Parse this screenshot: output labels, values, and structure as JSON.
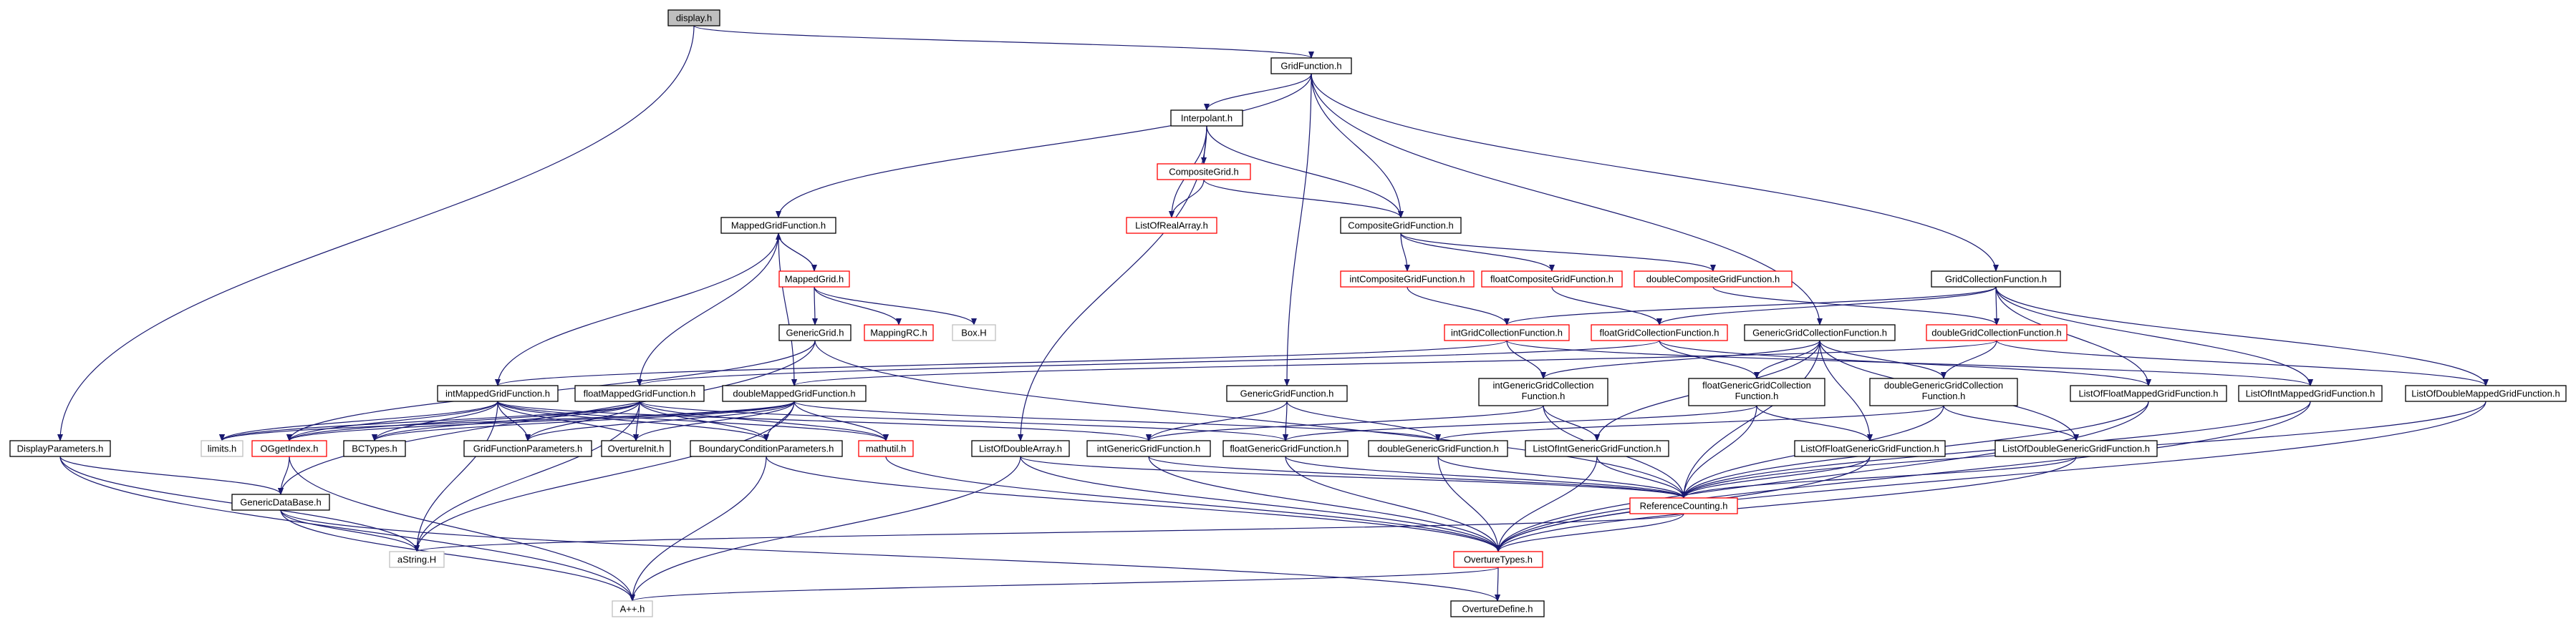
{
  "colors": {
    "edge": "#191970",
    "normal_border": "#000000",
    "red_border": "#ff0000",
    "gray_border": "#bfbfbf",
    "root_fill": "#bfbfbf",
    "text": "#000000"
  },
  "nodes": [
    {
      "id": "display",
      "label": "display.h",
      "style": "root"
    },
    {
      "id": "DisplayParameters",
      "label": "DisplayParameters.h",
      "style": "normal"
    },
    {
      "id": "GridFunction",
      "label": "GridFunction.h",
      "style": "normal"
    },
    {
      "id": "Interpolant",
      "label": "Interpolant.h",
      "style": "normal"
    },
    {
      "id": "CompositeGrid",
      "label": "CompositeGrid.h",
      "style": "red"
    },
    {
      "id": "ListOfRealArray",
      "label": "ListOfRealArray.h",
      "style": "red"
    },
    {
      "id": "CompositeGridFunction",
      "label": "CompositeGridFunction.h",
      "style": "normal"
    },
    {
      "id": "MappedGridFunction",
      "label": "MappedGridFunction.h",
      "style": "normal"
    },
    {
      "id": "MappedGrid",
      "label": "MappedGrid.h",
      "style": "red"
    },
    {
      "id": "GenericGrid",
      "label": "GenericGrid.h",
      "style": "normal"
    },
    {
      "id": "MappingRC",
      "label": "MappingRC.h",
      "style": "red"
    },
    {
      "id": "BoxH",
      "label": "Box.H",
      "style": "gray"
    },
    {
      "id": "intCompositeGridFunction",
      "label": "intCompositeGridFunction.h",
      "style": "red"
    },
    {
      "id": "floatCompositeGridFunction",
      "label": "floatCompositeGridFunction.h",
      "style": "red"
    },
    {
      "id": "doubleCompositeGridFunction",
      "label": "doubleCompositeGridFunction.h",
      "style": "red"
    },
    {
      "id": "GridCollectionFunction",
      "label": "GridCollectionFunction.h",
      "style": "normal"
    },
    {
      "id": "intGridCollectionFunction",
      "label": "intGridCollectionFunction.h",
      "style": "red"
    },
    {
      "id": "floatGridCollectionFunction",
      "label": "floatGridCollectionFunction.h",
      "style": "red"
    },
    {
      "id": "doubleGridCollectionFunction",
      "label": "doubleGridCollectionFunction.h",
      "style": "red"
    },
    {
      "id": "GenericGridCollectionFunction",
      "label": "GenericGridCollectionFunction.h",
      "style": "normal"
    },
    {
      "id": "intMappedGridFunction",
      "label": "intMappedGridFunction.h",
      "style": "normal"
    },
    {
      "id": "floatMappedGridFunction",
      "label": "floatMappedGridFunction.h",
      "style": "normal"
    },
    {
      "id": "doubleMappedGridFunction",
      "label": "doubleMappedGridFunction.h",
      "style": "normal"
    },
    {
      "id": "GenericGridFunction",
      "label": "GenericGridFunction.h",
      "style": "normal"
    },
    {
      "id": "intGenericGridCollectionFunction",
      "label": "intGenericGridCollection",
      "label2": "Function.h",
      "style": "normal"
    },
    {
      "id": "floatGenericGridCollectionFunction",
      "label": "floatGenericGridCollection",
      "label2": "Function.h",
      "style": "normal"
    },
    {
      "id": "doubleGenericGridCollectionFunction",
      "label": "doubleGenericGridCollection",
      "label2": "Function.h",
      "style": "normal"
    },
    {
      "id": "ListOfFloatMappedGridFunction",
      "label": "ListOfFloatMappedGridFunction.h",
      "style": "normal"
    },
    {
      "id": "ListOfIntMappedGridFunction",
      "label": "ListOfIntMappedGridFunction.h",
      "style": "normal"
    },
    {
      "id": "ListOfDoubleMappedGridFunction",
      "label": "ListOfDoubleMappedGridFunction.h",
      "style": "normal"
    },
    {
      "id": "limits",
      "label": "limits.h",
      "style": "gray"
    },
    {
      "id": "OGgetIndex",
      "label": "OGgetIndex.h",
      "style": "red"
    },
    {
      "id": "BCTypes",
      "label": "BCTypes.h",
      "style": "normal"
    },
    {
      "id": "GridFunctionParameters",
      "label": "GridFunctionParameters.h",
      "style": "normal"
    },
    {
      "id": "OvertureInit",
      "label": "OvertureInit.h",
      "style": "normal"
    },
    {
      "id": "BoundaryConditionParameters",
      "label": "BoundaryConditionParameters.h",
      "style": "normal"
    },
    {
      "id": "mathutil",
      "label": "mathutil.h",
      "style": "red"
    },
    {
      "id": "ListOfDoubleArray",
      "label": "ListOfDoubleArray.h",
      "style": "normal"
    },
    {
      "id": "intGenericGridFunction",
      "label": "intGenericGridFunction.h",
      "style": "normal"
    },
    {
      "id": "floatGenericGridFunction",
      "label": "floatGenericGridFunction.h",
      "style": "normal"
    },
    {
      "id": "doubleGenericGridFunction",
      "label": "doubleGenericGridFunction.h",
      "style": "normal"
    },
    {
      "id": "ListOfIntGenericGridFunction",
      "label": "ListOfIntGenericGridFunction.h",
      "style": "normal"
    },
    {
      "id": "ListOfFloatGenericGridFunction",
      "label": "ListOfFloatGenericGridFunction.h",
      "style": "normal"
    },
    {
      "id": "ListOfDoubleGenericGridFunction",
      "label": "ListOfDoubleGenericGridFunction.h",
      "style": "normal"
    },
    {
      "id": "GenericDataBase",
      "label": "GenericDataBase.h",
      "style": "normal"
    },
    {
      "id": "ReferenceCounting",
      "label": "ReferenceCounting.h",
      "style": "red"
    },
    {
      "id": "aString",
      "label": "aString.H",
      "style": "gray"
    },
    {
      "id": "OvertureTypes",
      "label": "OvertureTypes.h",
      "style": "red"
    },
    {
      "id": "Aplusplus",
      "label": "A++.h",
      "style": "gray"
    },
    {
      "id": "OvertureDefine",
      "label": "OvertureDefine.h",
      "style": "normal"
    }
  ],
  "edges": [
    [
      "display",
      "DisplayParameters"
    ],
    [
      "display",
      "GridFunction"
    ],
    [
      "GridFunction",
      "Interpolant"
    ],
    [
      "GridFunction",
      "MappedGridFunction"
    ],
    [
      "GridFunction",
      "CompositeGridFunction"
    ],
    [
      "GridFunction",
      "GenericGridFunction"
    ],
    [
      "GridFunction",
      "GenericGridCollectionFunction"
    ],
    [
      "GridFunction",
      "GridCollectionFunction"
    ],
    [
      "Interpolant",
      "CompositeGrid"
    ],
    [
      "Interpolant",
      "ListOfRealArray"
    ],
    [
      "Interpolant",
      "CompositeGridFunction"
    ],
    [
      "Interpolant",
      "ListOfDoubleArray"
    ],
    [
      "CompositeGrid",
      "ListOfRealArray"
    ],
    [
      "CompositeGrid",
      "CompositeGridFunction"
    ],
    [
      "CompositeGridFunction",
      "intCompositeGridFunction"
    ],
    [
      "CompositeGridFunction",
      "floatCompositeGridFunction"
    ],
    [
      "CompositeGridFunction",
      "doubleCompositeGridFunction"
    ],
    [
      "intCompositeGridFunction",
      "intGridCollectionFunction"
    ],
    [
      "floatCompositeGridFunction",
      "floatGridCollectionFunction"
    ],
    [
      "doubleCompositeGridFunction",
      "doubleGridCollectionFunction"
    ],
    [
      "MappedGridFunction",
      "MappedGrid"
    ],
    [
      "MappedGridFunction",
      "intMappedGridFunction"
    ],
    [
      "MappedGridFunction",
      "floatMappedGridFunction"
    ],
    [
      "MappedGridFunction",
      "doubleMappedGridFunction"
    ],
    [
      "MappedGrid",
      "MappedGridFunction"
    ],
    [
      "MappedGrid",
      "GenericGrid"
    ],
    [
      "MappedGrid",
      "MappingRC"
    ],
    [
      "MappedGrid",
      "BoxH"
    ],
    [
      "GenericGrid",
      "GenericDataBase"
    ],
    [
      "GenericGrid",
      "OGgetIndex"
    ],
    [
      "GenericGrid",
      "ReferenceCounting"
    ],
    [
      "GridCollectionFunction",
      "intGridCollectionFunction"
    ],
    [
      "GridCollectionFunction",
      "floatGridCollectionFunction"
    ],
    [
      "GridCollectionFunction",
      "doubleGridCollectionFunction"
    ],
    [
      "GridCollectionFunction",
      "ListOfFloatMappedGridFunction"
    ],
    [
      "GridCollectionFunction",
      "ListOfIntMappedGridFunction"
    ],
    [
      "GridCollectionFunction",
      "ListOfDoubleMappedGridFunction"
    ],
    [
      "intGridCollectionFunction",
      "intMappedGridFunction"
    ],
    [
      "intGridCollectionFunction",
      "intGenericGridCollectionFunction"
    ],
    [
      "intGridCollectionFunction",
      "ListOfIntMappedGridFunction"
    ],
    [
      "floatGridCollectionFunction",
      "floatMappedGridFunction"
    ],
    [
      "floatGridCollectionFunction",
      "floatGenericGridCollectionFunction"
    ],
    [
      "floatGridCollectionFunction",
      "ListOfFloatMappedGridFunction"
    ],
    [
      "doubleGridCollectionFunction",
      "doubleMappedGridFunction"
    ],
    [
      "doubleGridCollectionFunction",
      "doubleGenericGridCollectionFunction"
    ],
    [
      "doubleGridCollectionFunction",
      "ListOfDoubleMappedGridFunction"
    ],
    [
      "GenericGridCollectionFunction",
      "intGenericGridCollectionFunction"
    ],
    [
      "GenericGridCollectionFunction",
      "floatGenericGridCollectionFunction"
    ],
    [
      "GenericGridCollectionFunction",
      "doubleGenericGridCollectionFunction"
    ],
    [
      "GenericGridCollectionFunction",
      "ListOfIntGenericGridFunction"
    ],
    [
      "GenericGridCollectionFunction",
      "ListOfFloatGenericGridFunction"
    ],
    [
      "GenericGridCollectionFunction",
      "ListOfDoubleGenericGridFunction"
    ],
    [
      "GenericGridCollectionFunction",
      "ReferenceCounting"
    ],
    [
      "intMappedGridFunction",
      "limits"
    ],
    [
      "intMappedGridFunction",
      "OGgetIndex"
    ],
    [
      "intMappedGridFunction",
      "BCTypes"
    ],
    [
      "intMappedGridFunction",
      "GridFunctionParameters"
    ],
    [
      "intMappedGridFunction",
      "OvertureInit"
    ],
    [
      "intMappedGridFunction",
      "BoundaryConditionParameters"
    ],
    [
      "intMappedGridFunction",
      "mathutil"
    ],
    [
      "intMappedGridFunction",
      "intGenericGridFunction"
    ],
    [
      "intMappedGridFunction",
      "aString"
    ],
    [
      "floatMappedGridFunction",
      "limits"
    ],
    [
      "floatMappedGridFunction",
      "OGgetIndex"
    ],
    [
      "floatMappedGridFunction",
      "BCTypes"
    ],
    [
      "floatMappedGridFunction",
      "GridFunctionParameters"
    ],
    [
      "floatMappedGridFunction",
      "OvertureInit"
    ],
    [
      "floatMappedGridFunction",
      "BoundaryConditionParameters"
    ],
    [
      "floatMappedGridFunction",
      "mathutil"
    ],
    [
      "floatMappedGridFunction",
      "floatGenericGridFunction"
    ],
    [
      "floatMappedGridFunction",
      "aString"
    ],
    [
      "doubleMappedGridFunction",
      "limits"
    ],
    [
      "doubleMappedGridFunction",
      "OGgetIndex"
    ],
    [
      "doubleMappedGridFunction",
      "BCTypes"
    ],
    [
      "doubleMappedGridFunction",
      "GridFunctionParameters"
    ],
    [
      "doubleMappedGridFunction",
      "OvertureInit"
    ],
    [
      "doubleMappedGridFunction",
      "BoundaryConditionParameters"
    ],
    [
      "doubleMappedGridFunction",
      "mathutil"
    ],
    [
      "doubleMappedGridFunction",
      "doubleGenericGridFunction"
    ],
    [
      "doubleMappedGridFunction",
      "aString"
    ],
    [
      "GenericGridFunction",
      "intGenericGridFunction"
    ],
    [
      "GenericGridFunction",
      "floatGenericGridFunction"
    ],
    [
      "GenericGridFunction",
      "doubleGenericGridFunction"
    ],
    [
      "intGenericGridCollectionFunction",
      "intGenericGridFunction"
    ],
    [
      "intGenericGridCollectionFunction",
      "ListOfIntGenericGridFunction"
    ],
    [
      "intGenericGridCollectionFunction",
      "ReferenceCounting"
    ],
    [
      "floatGenericGridCollectionFunction",
      "floatGenericGridFunction"
    ],
    [
      "floatGenericGridCollectionFunction",
      "ListOfFloatGenericGridFunction"
    ],
    [
      "floatGenericGridCollectionFunction",
      "ReferenceCounting"
    ],
    [
      "doubleGenericGridCollectionFunction",
      "doubleGenericGridFunction"
    ],
    [
      "doubleGenericGridCollectionFunction",
      "ListOfDoubleGenericGridFunction"
    ],
    [
      "doubleGenericGridCollectionFunction",
      "ReferenceCounting"
    ],
    [
      "ListOfFloatMappedGridFunction",
      "ReferenceCounting"
    ],
    [
      "ListOfFloatMappedGridFunction",
      "OvertureTypes"
    ],
    [
      "ListOfIntMappedGridFunction",
      "ReferenceCounting"
    ],
    [
      "ListOfIntMappedGridFunction",
      "OvertureTypes"
    ],
    [
      "ListOfDoubleMappedGridFunction",
      "ReferenceCounting"
    ],
    [
      "ListOfDoubleMappedGridFunction",
      "OvertureTypes"
    ],
    [
      "DisplayParameters",
      "GenericDataBase"
    ],
    [
      "DisplayParameters",
      "aString"
    ],
    [
      "DisplayParameters",
      "Aplusplus"
    ],
    [
      "OGgetIndex",
      "GenericDataBase"
    ],
    [
      "OGgetIndex",
      "Aplusplus"
    ],
    [
      "BoundaryConditionParameters",
      "OvertureTypes"
    ],
    [
      "BoundaryConditionParameters",
      "Aplusplus"
    ],
    [
      "mathutil",
      "OvertureTypes"
    ],
    [
      "ListOfDoubleArray",
      "ReferenceCounting"
    ],
    [
      "ListOfDoubleArray",
      "OvertureTypes"
    ],
    [
      "ListOfDoubleArray",
      "Aplusplus"
    ],
    [
      "intGenericGridFunction",
      "ReferenceCounting"
    ],
    [
      "intGenericGridFunction",
      "OvertureTypes"
    ],
    [
      "floatGenericGridFunction",
      "ReferenceCounting"
    ],
    [
      "floatGenericGridFunction",
      "OvertureTypes"
    ],
    [
      "doubleGenericGridFunction",
      "ReferenceCounting"
    ],
    [
      "doubleGenericGridFunction",
      "OvertureTypes"
    ],
    [
      "ListOfIntGenericGridFunction",
      "ReferenceCounting"
    ],
    [
      "ListOfIntGenericGridFunction",
      "OvertureTypes"
    ],
    [
      "ListOfFloatGenericGridFunction",
      "ReferenceCounting"
    ],
    [
      "ListOfFloatGenericGridFunction",
      "OvertureTypes"
    ],
    [
      "ListOfDoubleGenericGridFunction",
      "ReferenceCounting"
    ],
    [
      "ListOfDoubleGenericGridFunction",
      "OvertureTypes"
    ],
    [
      "GenericDataBase",
      "aString"
    ],
    [
      "GenericDataBase",
      "Aplusplus"
    ],
    [
      "GenericDataBase",
      "OvertureDefine"
    ],
    [
      "ReferenceCounting",
      "aString"
    ],
    [
      "ReferenceCounting",
      "OvertureTypes"
    ],
    [
      "OvertureTypes",
      "Aplusplus"
    ],
    [
      "OvertureTypes",
      "OvertureDefine"
    ]
  ]
}
